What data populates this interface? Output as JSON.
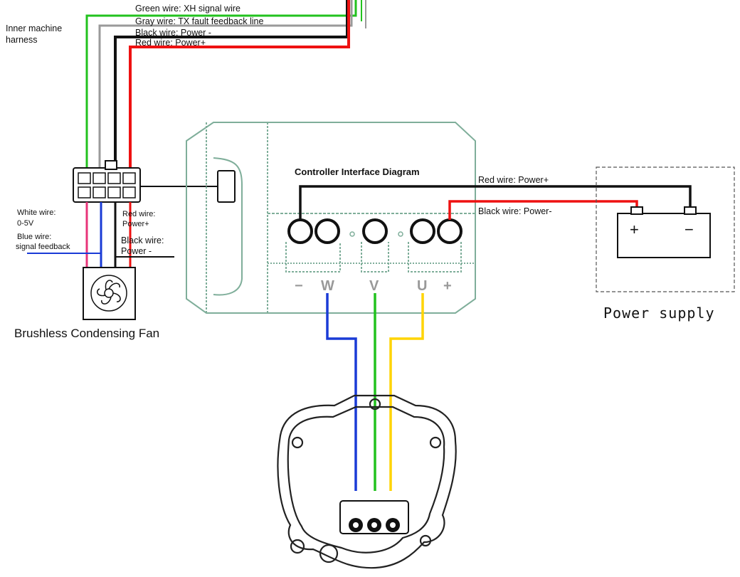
{
  "colors": {
    "green": "#22c21e",
    "gray": "#9a9a9a",
    "black": "#111111",
    "red": "#ee1111",
    "blue": "#1a3bd6",
    "pink": "#e8347a",
    "yellow": "#ffd400",
    "housing": "#7fae9a"
  },
  "harness": {
    "title_line1": "Inner machine",
    "title_line2": "harness",
    "green_wire": "Green wire: XH signal wire",
    "gray_wire": "Gray wire: TX fault feedback line",
    "black_wire": "Black wire: Power -",
    "red_wire": "Red wire: Power+"
  },
  "fan": {
    "white_wire_line1": "White wire:",
    "white_wire_line2": "0-5V",
    "blue_wire_line1": "Blue wire:",
    "blue_wire_line2": "signal feedback",
    "red_wire_line1": "Red wire:",
    "red_wire_line2": "Power+",
    "black_wire_line1": "Black wire:",
    "black_wire_line2": "Power -",
    "caption": "Brushless Condensing Fan"
  },
  "controller": {
    "title": "Controller Interface Diagram",
    "terminals": [
      "−",
      "W",
      "V",
      "U",
      "+"
    ]
  },
  "power": {
    "red_wire": "Red wire: Power+",
    "black_wire": "Black wire: Power-",
    "plus": "+",
    "minus": "−",
    "caption": "Power supply"
  }
}
